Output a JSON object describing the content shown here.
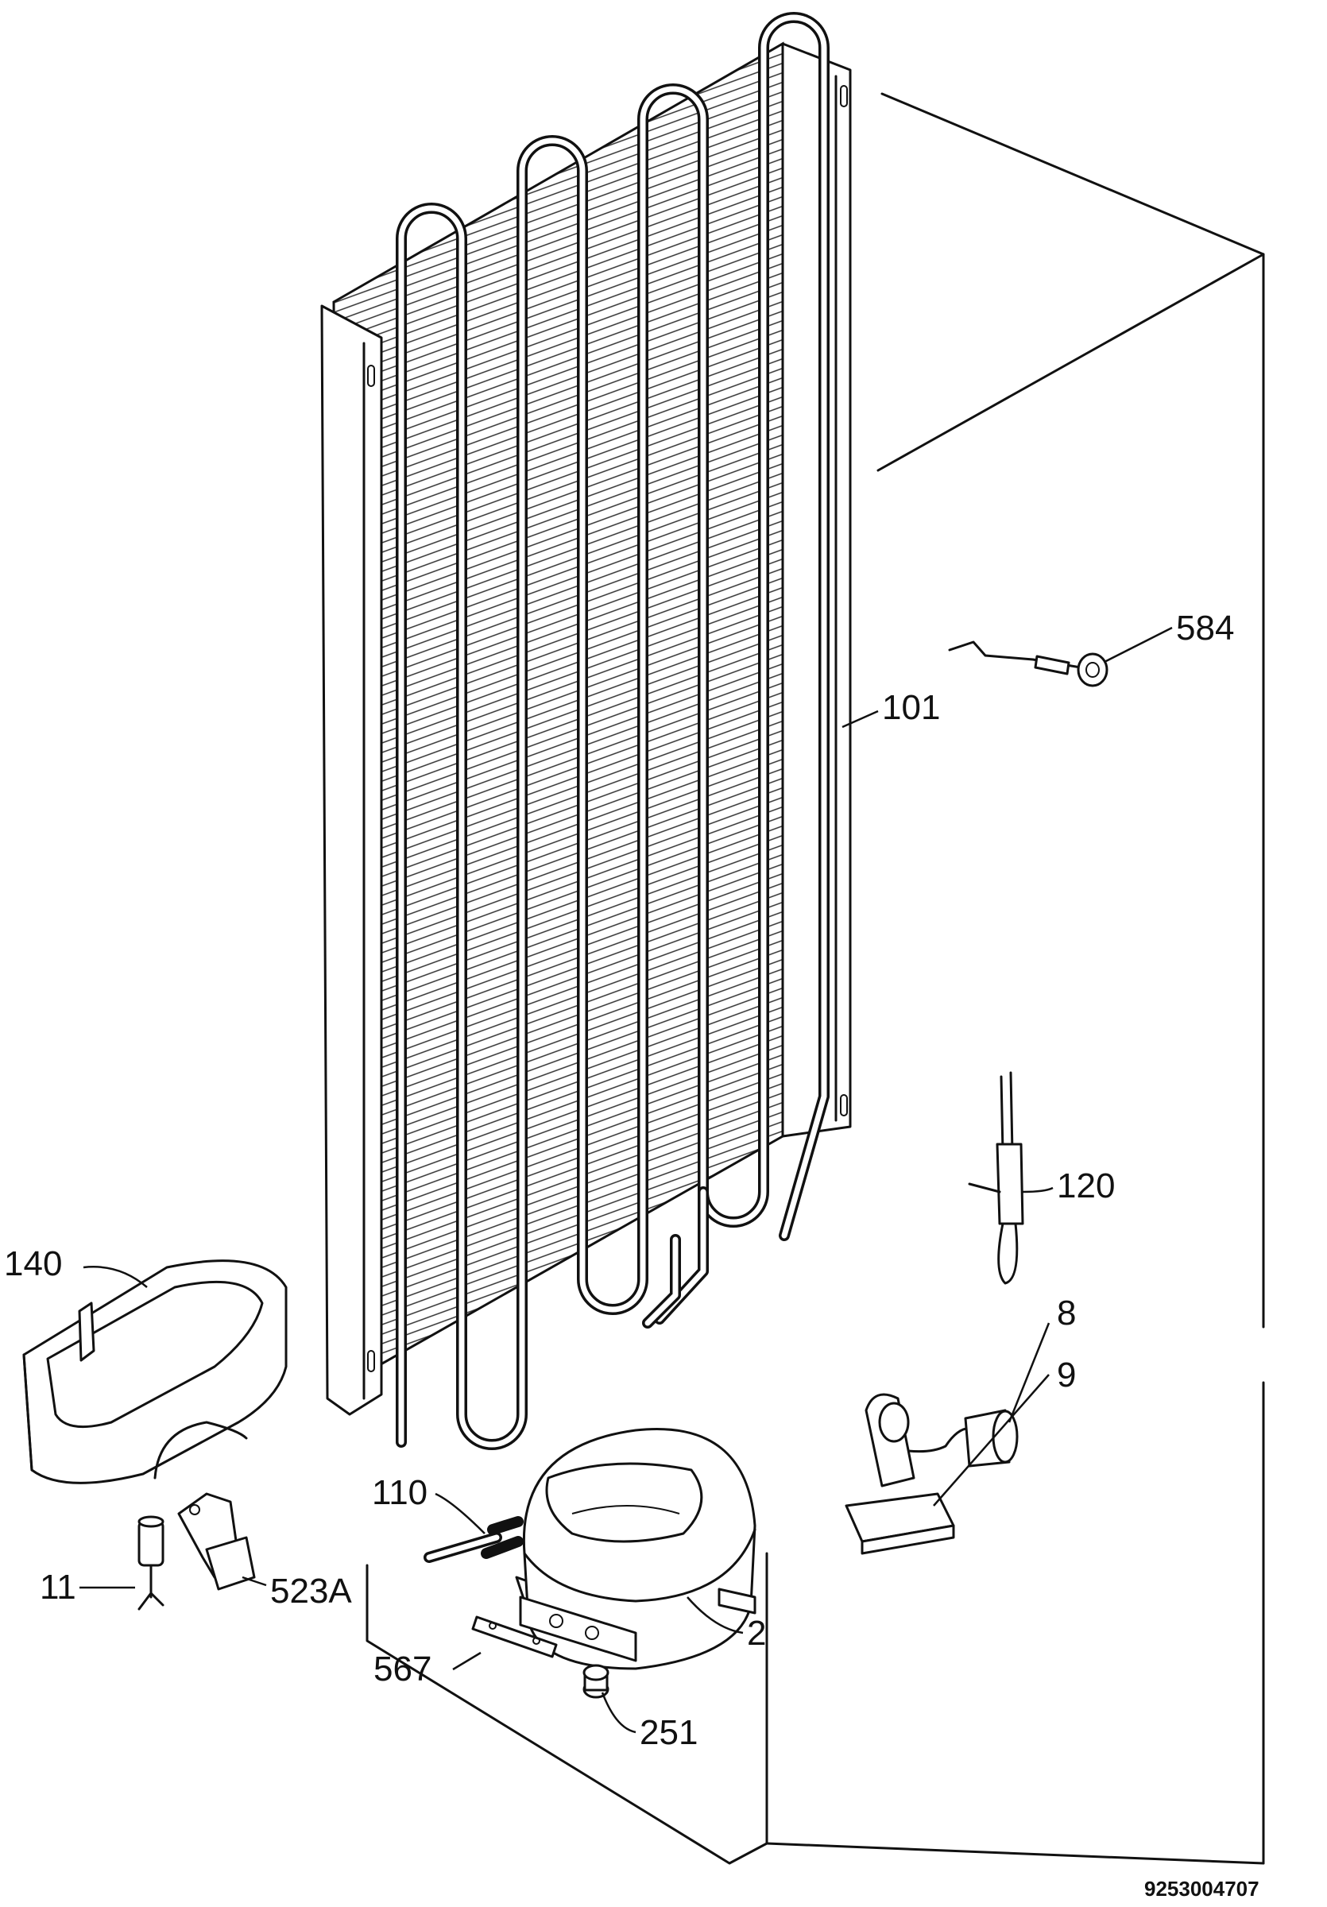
{
  "drawing_number": "9253004707",
  "parts": [
    {
      "id": "584",
      "label": "584"
    },
    {
      "id": "101",
      "label": "101"
    },
    {
      "id": "120",
      "label": "120"
    },
    {
      "id": "140",
      "label": "140"
    },
    {
      "id": "8",
      "label": "8"
    },
    {
      "id": "9",
      "label": "9"
    },
    {
      "id": "110",
      "label": "110"
    },
    {
      "id": "11",
      "label": "11"
    },
    {
      "id": "523A",
      "label": "523A"
    },
    {
      "id": "2",
      "label": "2"
    },
    {
      "id": "567",
      "label": "567"
    },
    {
      "id": "251",
      "label": "251"
    }
  ]
}
